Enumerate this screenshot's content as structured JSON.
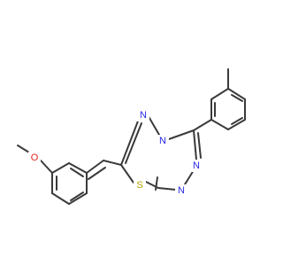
{
  "molecule": {
    "atoms": {
      "n_top": "N",
      "n_bridge": "N",
      "n_right1": "N",
      "n_right2": "N",
      "s": "S",
      "o": "O"
    },
    "colors": {
      "bond": "#3a3a3a",
      "nitrogen": "#2828e6",
      "sulfur": "#b8a400",
      "oxygen": "#e61e1e"
    }
  }
}
